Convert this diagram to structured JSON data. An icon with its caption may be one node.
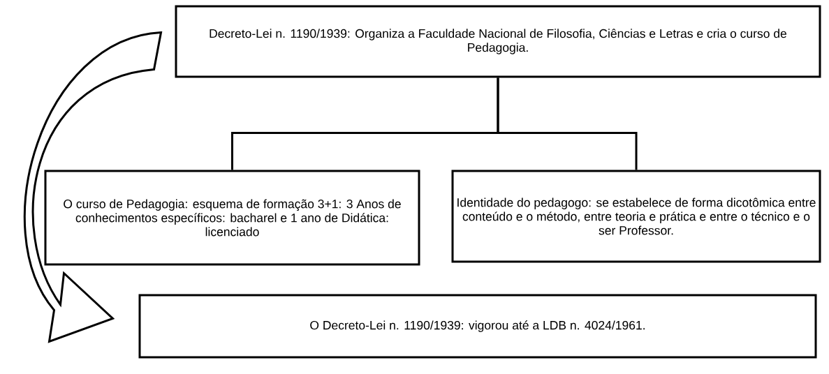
{
  "diagram": {
    "nodes": [
      {
        "text": [
          "Decreto-Lei n. 1190/1939: Organiza a Faculdade Nacional de Filosofia, Ciências e Letras e cria o curso de Pedagogia."
        ]
      },
      {
        "text": [
          "O curso de Pedagogia: esquema de formação 3+1: 3 Anos de conhecimentos específicos: bacharel e 1 ano de Didática: licenciado"
        ]
      },
      {
        "text": [
          "Identidade do pedagogo: se estabelece de forma dicotômica entre conteúdo e o método, entre teoria e prática e entre o técnico e o ser Professor."
        ]
      },
      {
        "text": [
          "O Decreto-Lei n. 1190/1939:  vigorou até a LDB n. 4024/1961."
        ]
      }
    ],
    "edges": [
      {
        "from": 0,
        "to": 1,
        "arrow": "none"
      },
      {
        "from": 0,
        "to": 2,
        "arrow": "none"
      },
      {
        "from": 0,
        "to": 3,
        "arrow": "to",
        "style": "thick"
      }
    ]
  }
}
